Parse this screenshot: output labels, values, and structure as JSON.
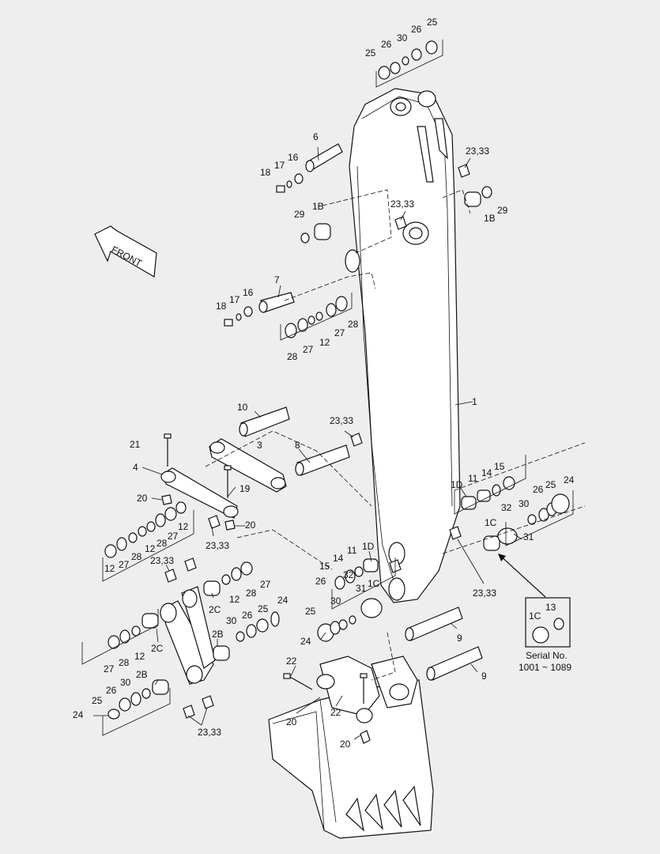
{
  "front_label": "FRONT",
  "serial": {
    "label": "Serial No.",
    "range": "1001 ~ 1089",
    "callouts": [
      "1C",
      "13"
    ]
  },
  "callouts": [
    {
      "id": "c1",
      "text": "25"
    },
    {
      "id": "c2",
      "text": "26"
    },
    {
      "id": "c3",
      "text": "30"
    },
    {
      "id": "c4",
      "text": "26"
    },
    {
      "id": "c5",
      "text": "25"
    },
    {
      "id": "c6",
      "text": "6"
    },
    {
      "id": "c7",
      "text": "16"
    },
    {
      "id": "c8",
      "text": "17"
    },
    {
      "id": "c9",
      "text": "18"
    },
    {
      "id": "c10",
      "text": "23,33"
    },
    {
      "id": "c11",
      "text": "23,33"
    },
    {
      "id": "c12",
      "text": "1B"
    },
    {
      "id": "c13",
      "text": "29"
    },
    {
      "id": "c14",
      "text": "1B"
    },
    {
      "id": "c15",
      "text": "29"
    },
    {
      "id": "c16",
      "text": "7"
    },
    {
      "id": "c17",
      "text": "16"
    },
    {
      "id": "c18",
      "text": "17"
    },
    {
      "id": "c19",
      "text": "18"
    },
    {
      "id": "c20",
      "text": "28"
    },
    {
      "id": "c21",
      "text": "27"
    },
    {
      "id": "c22",
      "text": "12"
    },
    {
      "id": "c23",
      "text": "27"
    },
    {
      "id": "c24",
      "text": "28"
    },
    {
      "id": "c25",
      "text": "1"
    },
    {
      "id": "c26",
      "text": "10"
    },
    {
      "id": "c27",
      "text": "23,33"
    },
    {
      "id": "c28",
      "text": "21"
    },
    {
      "id": "c29",
      "text": "3"
    },
    {
      "id": "c30",
      "text": "8"
    },
    {
      "id": "c31",
      "text": "4"
    },
    {
      "id": "c32",
      "text": "19"
    },
    {
      "id": "c33",
      "text": "20"
    },
    {
      "id": "c34",
      "text": "20"
    },
    {
      "id": "c35",
      "text": "12"
    },
    {
      "id": "c36",
      "text": "27"
    },
    {
      "id": "c37",
      "text": "28"
    },
    {
      "id": "c38",
      "text": "12"
    },
    {
      "id": "c39",
      "text": "28"
    },
    {
      "id": "c40",
      "text": "27"
    },
    {
      "id": "c41",
      "text": "12"
    },
    {
      "id": "c42",
      "text": "23,33"
    },
    {
      "id": "c43",
      "text": "23,33"
    },
    {
      "id": "c44",
      "text": "1D"
    },
    {
      "id": "c45",
      "text": "11"
    },
    {
      "id": "c46",
      "text": "14"
    },
    {
      "id": "c47",
      "text": "15"
    },
    {
      "id": "c48",
      "text": "24"
    },
    {
      "id": "c49",
      "text": "25"
    },
    {
      "id": "c50",
      "text": "26"
    },
    {
      "id": "c51",
      "text": "30"
    },
    {
      "id": "c52",
      "text": "32"
    },
    {
      "id": "c53",
      "text": "1C"
    },
    {
      "id": "c54",
      "text": "31"
    },
    {
      "id": "c55",
      "text": "23,33"
    },
    {
      "id": "c56",
      "text": "15"
    },
    {
      "id": "c57",
      "text": "14"
    },
    {
      "id": "c58",
      "text": "11"
    },
    {
      "id": "c59",
      "text": "1D"
    },
    {
      "id": "c60",
      "text": "32"
    },
    {
      "id": "c61",
      "text": "31"
    },
    {
      "id": "c62",
      "text": "1C"
    },
    {
      "id": "c63",
      "text": "26"
    },
    {
      "id": "c64",
      "text": "30"
    },
    {
      "id": "c65",
      "text": "25"
    },
    {
      "id": "c66",
      "text": "24"
    },
    {
      "id": "c67",
      "text": "2C"
    },
    {
      "id": "c68",
      "text": "12"
    },
    {
      "id": "c69",
      "text": "28"
    },
    {
      "id": "c70",
      "text": "27"
    },
    {
      "id": "c71",
      "text": "24"
    },
    {
      "id": "c72",
      "text": "25"
    },
    {
      "id": "c73",
      "text": "26"
    },
    {
      "id": "c74",
      "text": "30"
    },
    {
      "id": "c75",
      "text": "2B"
    },
    {
      "id": "c76",
      "text": "9"
    },
    {
      "id": "c77",
      "text": "9"
    },
    {
      "id": "c78",
      "text": "27"
    },
    {
      "id": "c79",
      "text": "28"
    },
    {
      "id": "c80",
      "text": "12"
    },
    {
      "id": "c81",
      "text": "2C"
    },
    {
      "id": "c82",
      "text": "2B"
    },
    {
      "id": "c83",
      "text": "30"
    },
    {
      "id": "c84",
      "text": "26"
    },
    {
      "id": "c85",
      "text": "25"
    },
    {
      "id": "c86",
      "text": "24"
    },
    {
      "id": "c87",
      "text": "22"
    },
    {
      "id": "c88",
      "text": "22"
    },
    {
      "id": "c89",
      "text": "20"
    },
    {
      "id": "c90",
      "text": "20"
    },
    {
      "id": "c91",
      "text": "23,33"
    }
  ]
}
